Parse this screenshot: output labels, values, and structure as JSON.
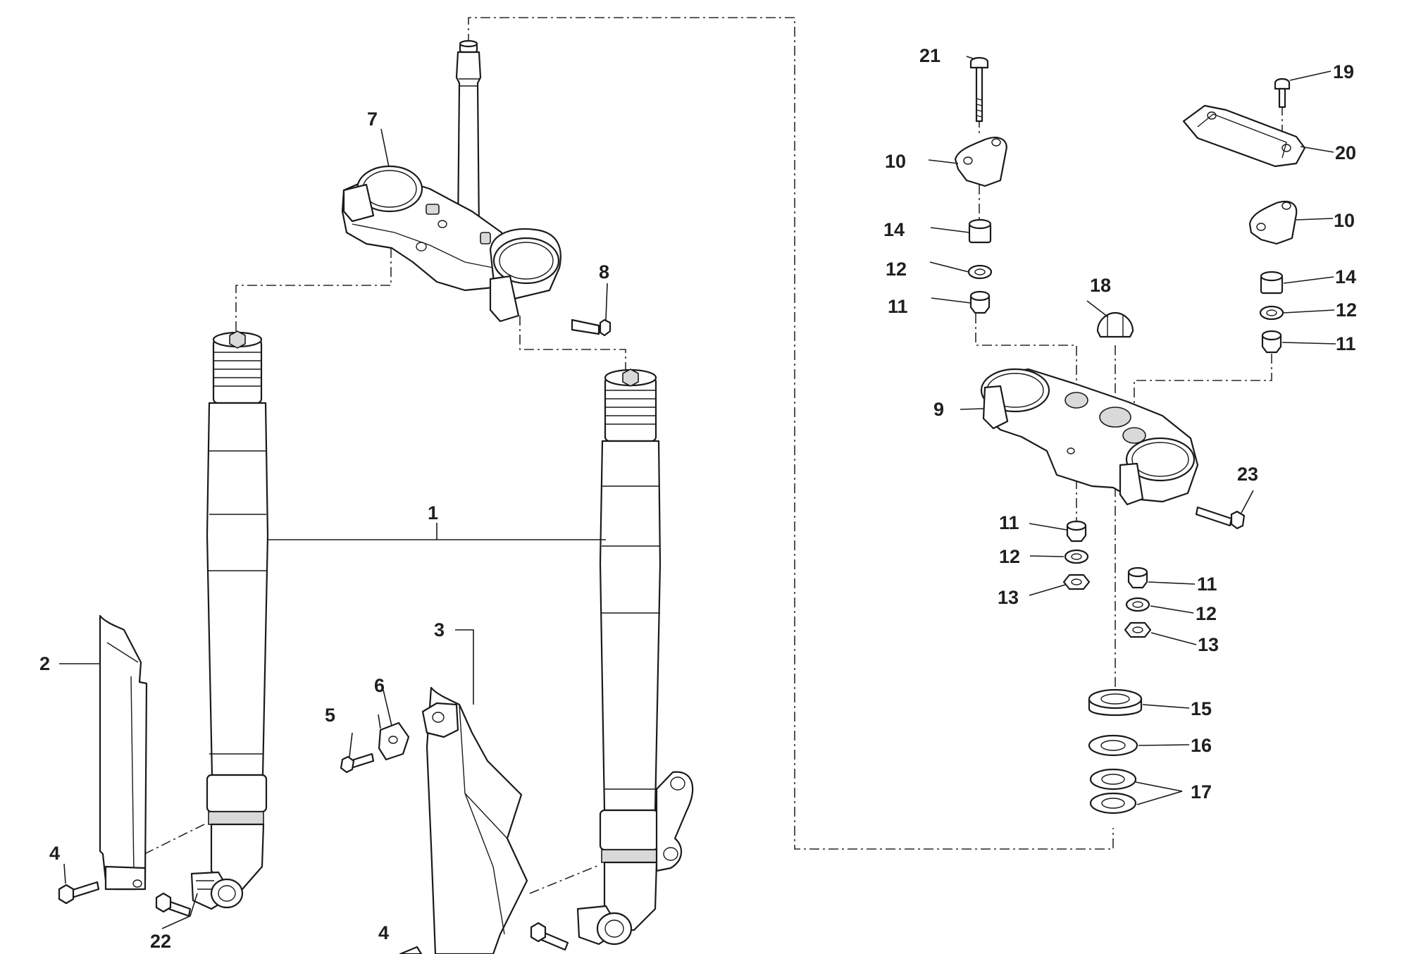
{
  "diagram": {
    "callouts": {
      "c1": "1",
      "c2": "2",
      "c3": "3",
      "c4a": "4",
      "c4b": "4",
      "c5": "5",
      "c6": "6",
      "c7": "7",
      "c8": "8",
      "c9": "9",
      "c10a": "10",
      "c10b": "10",
      "c11a": "11",
      "c11b": "11",
      "c11c": "11",
      "c11d": "11",
      "c12a": "12",
      "c12b": "12",
      "c12c": "12",
      "c12d": "12",
      "c13a": "13",
      "c13b": "13",
      "c14a": "14",
      "c14b": "14",
      "c15": "15",
      "c16": "16",
      "c17": "17",
      "c18": "18",
      "c19": "19",
      "c20": "20",
      "c21": "21",
      "c22": "22",
      "c23": "23"
    }
  }
}
